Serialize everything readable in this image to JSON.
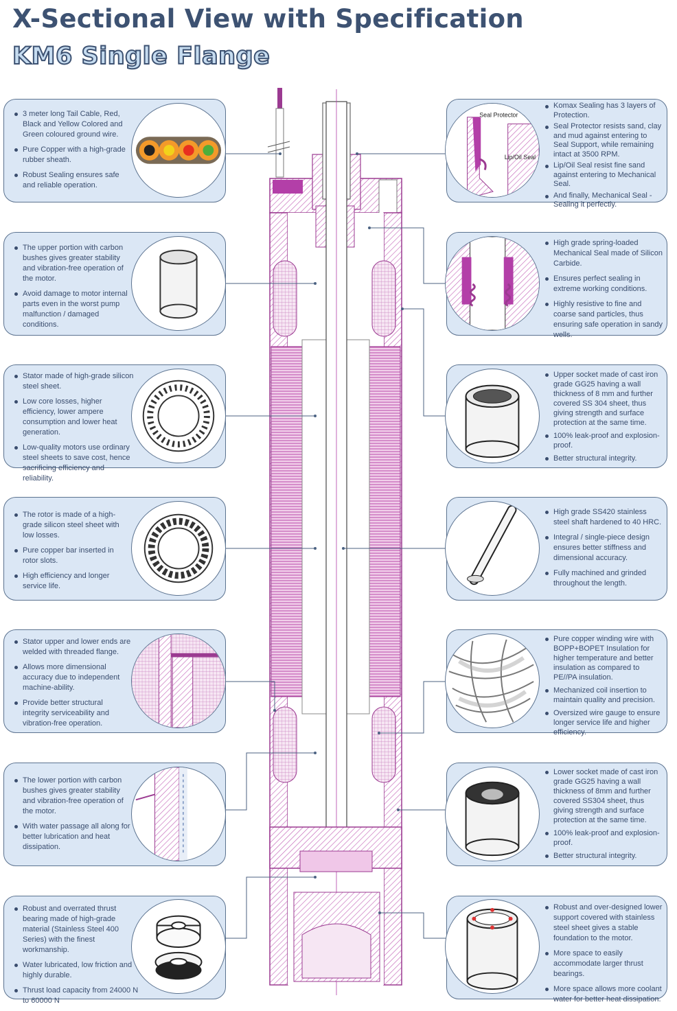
{
  "header": {
    "title": "X-Sectional View with Specification",
    "subtitle": "KM6 Single Flange"
  },
  "colors": {
    "accent": "#3d5272",
    "panel": "#dbe7f5",
    "motor": "#b33fa8"
  },
  "icons": {
    "l1": "tail-cable-icon",
    "l2": "carbon-bush-icon",
    "l3": "stator-lamination-icon",
    "l4": "rotor-lamination-icon",
    "l5": "welded-flange-icon",
    "l6": "water-passage-icon",
    "l7": "thrust-bearing-icon",
    "r1": "seal-protector-icon",
    "r2": "mechanical-seal-icon",
    "r3": "upper-socket-icon",
    "r4": "shaft-icon",
    "r5": "copper-winding-icon",
    "r6": "lower-socket-icon",
    "r7": "lower-support-icon"
  },
  "diagram_labels": {
    "seal_protector": "Seal Protector",
    "lip_oil_seal": "Lip/Oil Seal"
  },
  "left_panels": [
    {
      "bullets": [
        "3 meter long Tail Cable, Red, Black and Yellow Colored and Green coloured ground wire.",
        "Pure Copper with a high-grade rubber sheath.",
        "Robust Sealing ensures safe and reliable operation."
      ]
    },
    {
      "bullets": [
        "The upper portion with carbon bushes gives greater stability and vibration-free operation of the motor.",
        "Avoid damage to motor internal parts even in the worst pump malfunction / damaged conditions."
      ]
    },
    {
      "bullets": [
        "Stator made of high-grade silicon steel sheet.",
        "Low core losses, higher efficiency, lower ampere consumption and lower heat generation.",
        "Low-quality motors use ordinary steel sheets to save cost, hence sacrificing efficiency and reliability."
      ]
    },
    {
      "bullets": [
        "The rotor is made of a high-grade silicon steel sheet with low losses.",
        "Pure copper bar inserted in rotor slots.",
        "High efficiency and longer service life."
      ]
    },
    {
      "bullets": [
        "Stator upper and lower ends are welded with threaded flange.",
        "Allows more dimensional accuracy due to independent machine-ability.",
        "Provide better structural integrity serviceability and vibration-free operation."
      ]
    },
    {
      "bullets": [
        "The lower portion with carbon bushes gives greater stability and vibration-free operation of the motor.",
        "With water passage all along for better lubrication and heat dissipation."
      ]
    },
    {
      "bullets": [
        "Robust and overrated thrust bearing made of high-grade material (Stainless Steel 400 Series) with the finest workmanship.",
        "Water lubricated, low friction and highly durable.",
        "Thrust load capacity  from 24000 N to 60000 N"
      ]
    }
  ],
  "right_panels": [
    {
      "bullets": [
        "Komax Sealing has 3 layers of Protection.",
        "Seal Protector resists sand, clay and mud against entering to Seal Support, while remaining intact at 3500 RPM.",
        "Lip/Oil Seal resist fine sand against entering to Mechanical Seal.",
        "And finally, Mechanical Seal - Sealing it perfectly."
      ]
    },
    {
      "bullets": [
        "High grade spring-loaded Mechanical Seal made of Silicon Carbide.",
        "Ensures perfect sealing in extreme working conditions.",
        "Highly resistive to fine and coarse sand particles, thus ensuring safe operation in sandy wells."
      ]
    },
    {
      "bullets": [
        "Upper socket made of cast iron grade GG25 having a wall thickness of 8 mm and further covered SS 304 sheet, thus giving strength and surface protection at the same time.",
        "100% leak-proof and explosion-proof.",
        "Better structural integrity."
      ]
    },
    {
      "bullets": [
        "High grade SS420 stainless steel shaft hardened to 40 HRC.",
        "Integral / single-piece design ensures better stiffness and dimensional accuracy.",
        "Fully machined and grinded throughout the length."
      ]
    },
    {
      "bullets": [
        "Pure copper winding wire with BOPP+BOPET Insulation for higher temperature and better insulation as compared to PE//PA insulation.",
        "Mechanized coil insertion to maintain quality and precision.",
        "Oversized wire gauge to ensure longer service life and higher efficiency."
      ]
    },
    {
      "bullets": [
        "Lower socket made of cast iron grade GG25 having a wall thickness of 8mm and further covered SS304 sheet, thus giving strength and surface protection at the same time.",
        "100% leak-proof and explosion-proof.",
        "Better structural integrity."
      ]
    },
    {
      "bullets": [
        "Robust and over-designed lower support covered with stainless steel sheet gives a stable foundation to the motor.",
        "More space to easily accommodate larger thrust bearings.",
        "More space allows more coolant water for better heat dissipation."
      ]
    }
  ]
}
